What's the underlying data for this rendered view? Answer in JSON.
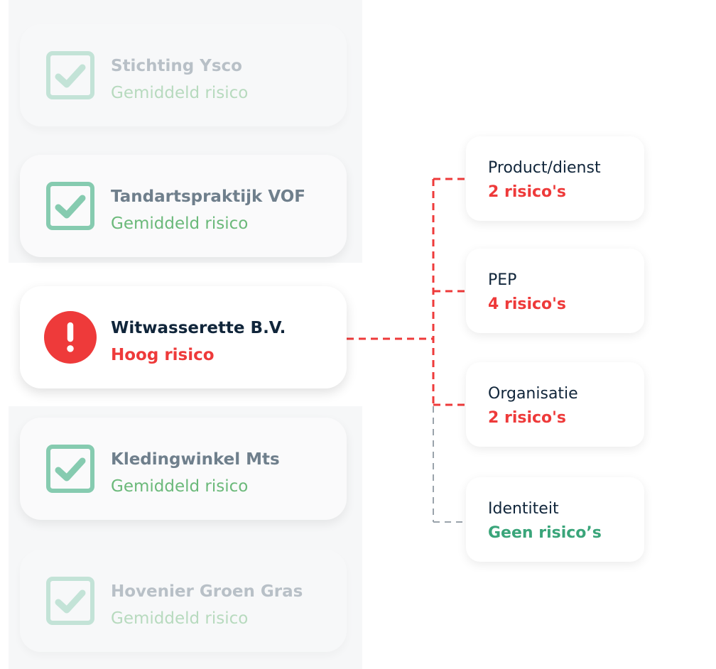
{
  "clients": [
    {
      "name": "Stichting Ysco",
      "risk": "Gemiddeld risico",
      "status": "check"
    },
    {
      "name": "Tandartspraktijk VOF",
      "risk": "Gemiddeld risico",
      "status": "check"
    },
    {
      "name": "Witwasserette B.V.",
      "risk": "Hoog risico",
      "status": "alert"
    },
    {
      "name": "Kledingwinkel Mts",
      "risk": "Gemiddeld risico",
      "status": "check"
    },
    {
      "name": "Hovenier Groen Gras",
      "risk": "Gemiddeld risico",
      "status": "check"
    }
  ],
  "categories": [
    {
      "label": "Product/dienst",
      "value": "2 risico's"
    },
    {
      "label": "PEP",
      "value": "4 risico's"
    },
    {
      "label": "Organisatie",
      "value": "2 risico's"
    },
    {
      "label": "Identiteit",
      "value": "Geen risico’s"
    }
  ],
  "colors": {
    "red": "#ee3a3a",
    "green": "#3aa57a",
    "check": "#86cbb0",
    "dark": "#10253a"
  }
}
